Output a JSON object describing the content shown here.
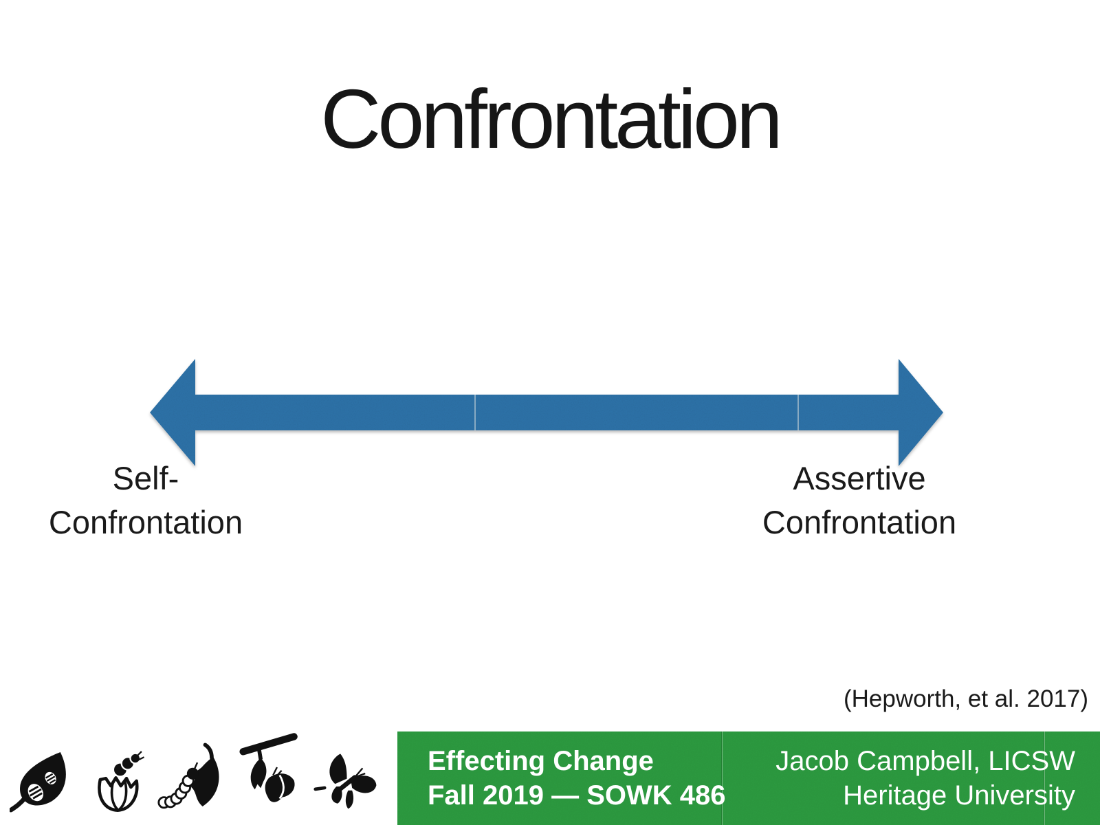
{
  "theme": {
    "arrow-blue": "#2e74ab",
    "footer-green": "#2d9c41",
    "text-black": "#1a1a1a",
    "footer-text": "#ffffff"
  },
  "slide": {
    "title": "Confrontation"
  },
  "spectrum": {
    "left_label_lines": [
      "Self-",
      "Confrontation"
    ],
    "right_label_lines": [
      "Assertive",
      "Confrontation"
    ]
  },
  "citation": "(Hepworth, et al. 2017)",
  "footer": {
    "course_title": "Effecting Change",
    "course_term": "Fall 2019 — SOWK 486",
    "presenter": "Jacob Campbell, LICSW",
    "institution": "Heritage University"
  },
  "icons": [
    "leaf-with-eggs-icon",
    "hatching-egg-icon",
    "caterpillar-icon",
    "chrysalis-icon",
    "butterfly-icon"
  ]
}
